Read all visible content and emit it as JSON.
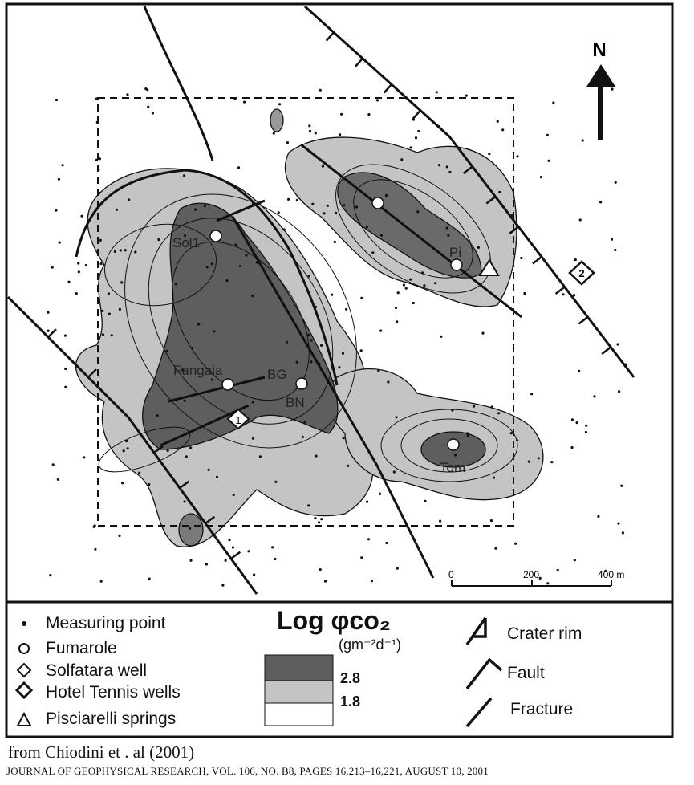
{
  "map": {
    "north_label": "N",
    "site_labels": {
      "sol": "Sol1",
      "fangaia": "Fangaia",
      "bg": "BG",
      "bn": "BN",
      "pi": "Pi",
      "tom": "Tom",
      "well1": "1",
      "well2": "2"
    },
    "scale_bar": {
      "ticks": [
        "0",
        "200",
        "400 m"
      ]
    },
    "colors": {
      "high": "#5e5e5e",
      "mid": "#c4c4c4",
      "low": "#ffffff",
      "line": "#111111"
    }
  },
  "legend": {
    "symbols": [
      {
        "icon": "measuring-point-icon",
        "label": "Measuring point"
      },
      {
        "icon": "fumarole-icon",
        "label": "Fumarole"
      },
      {
        "icon": "solfatara-well-icon",
        "label": "Solfatara well"
      },
      {
        "icon": "hotel-tennis-well-icon",
        "label": "Hotel Tennis wells"
      },
      {
        "icon": "pisciarelli-spring-icon",
        "label": "Pisciarelli springs"
      }
    ],
    "flux_title": "Log φco₂",
    "flux_unit": "(gm⁻²d⁻¹)",
    "flux_breaks": [
      "2.8",
      "1.8"
    ],
    "structures": [
      {
        "icon": "crater-rim-icon",
        "label": "Crater rim"
      },
      {
        "icon": "fault-icon",
        "label": "Fault"
      },
      {
        "icon": "fracture-icon",
        "label": "Fracture"
      }
    ]
  },
  "caption": {
    "source": "from Chiodini et . al (2001)",
    "citation": "JOURNAL OF GEOPHYSICAL RESEARCH, VOL. 106, NO. B8, PAGES 16,213–16,221, AUGUST 10, 2001"
  }
}
